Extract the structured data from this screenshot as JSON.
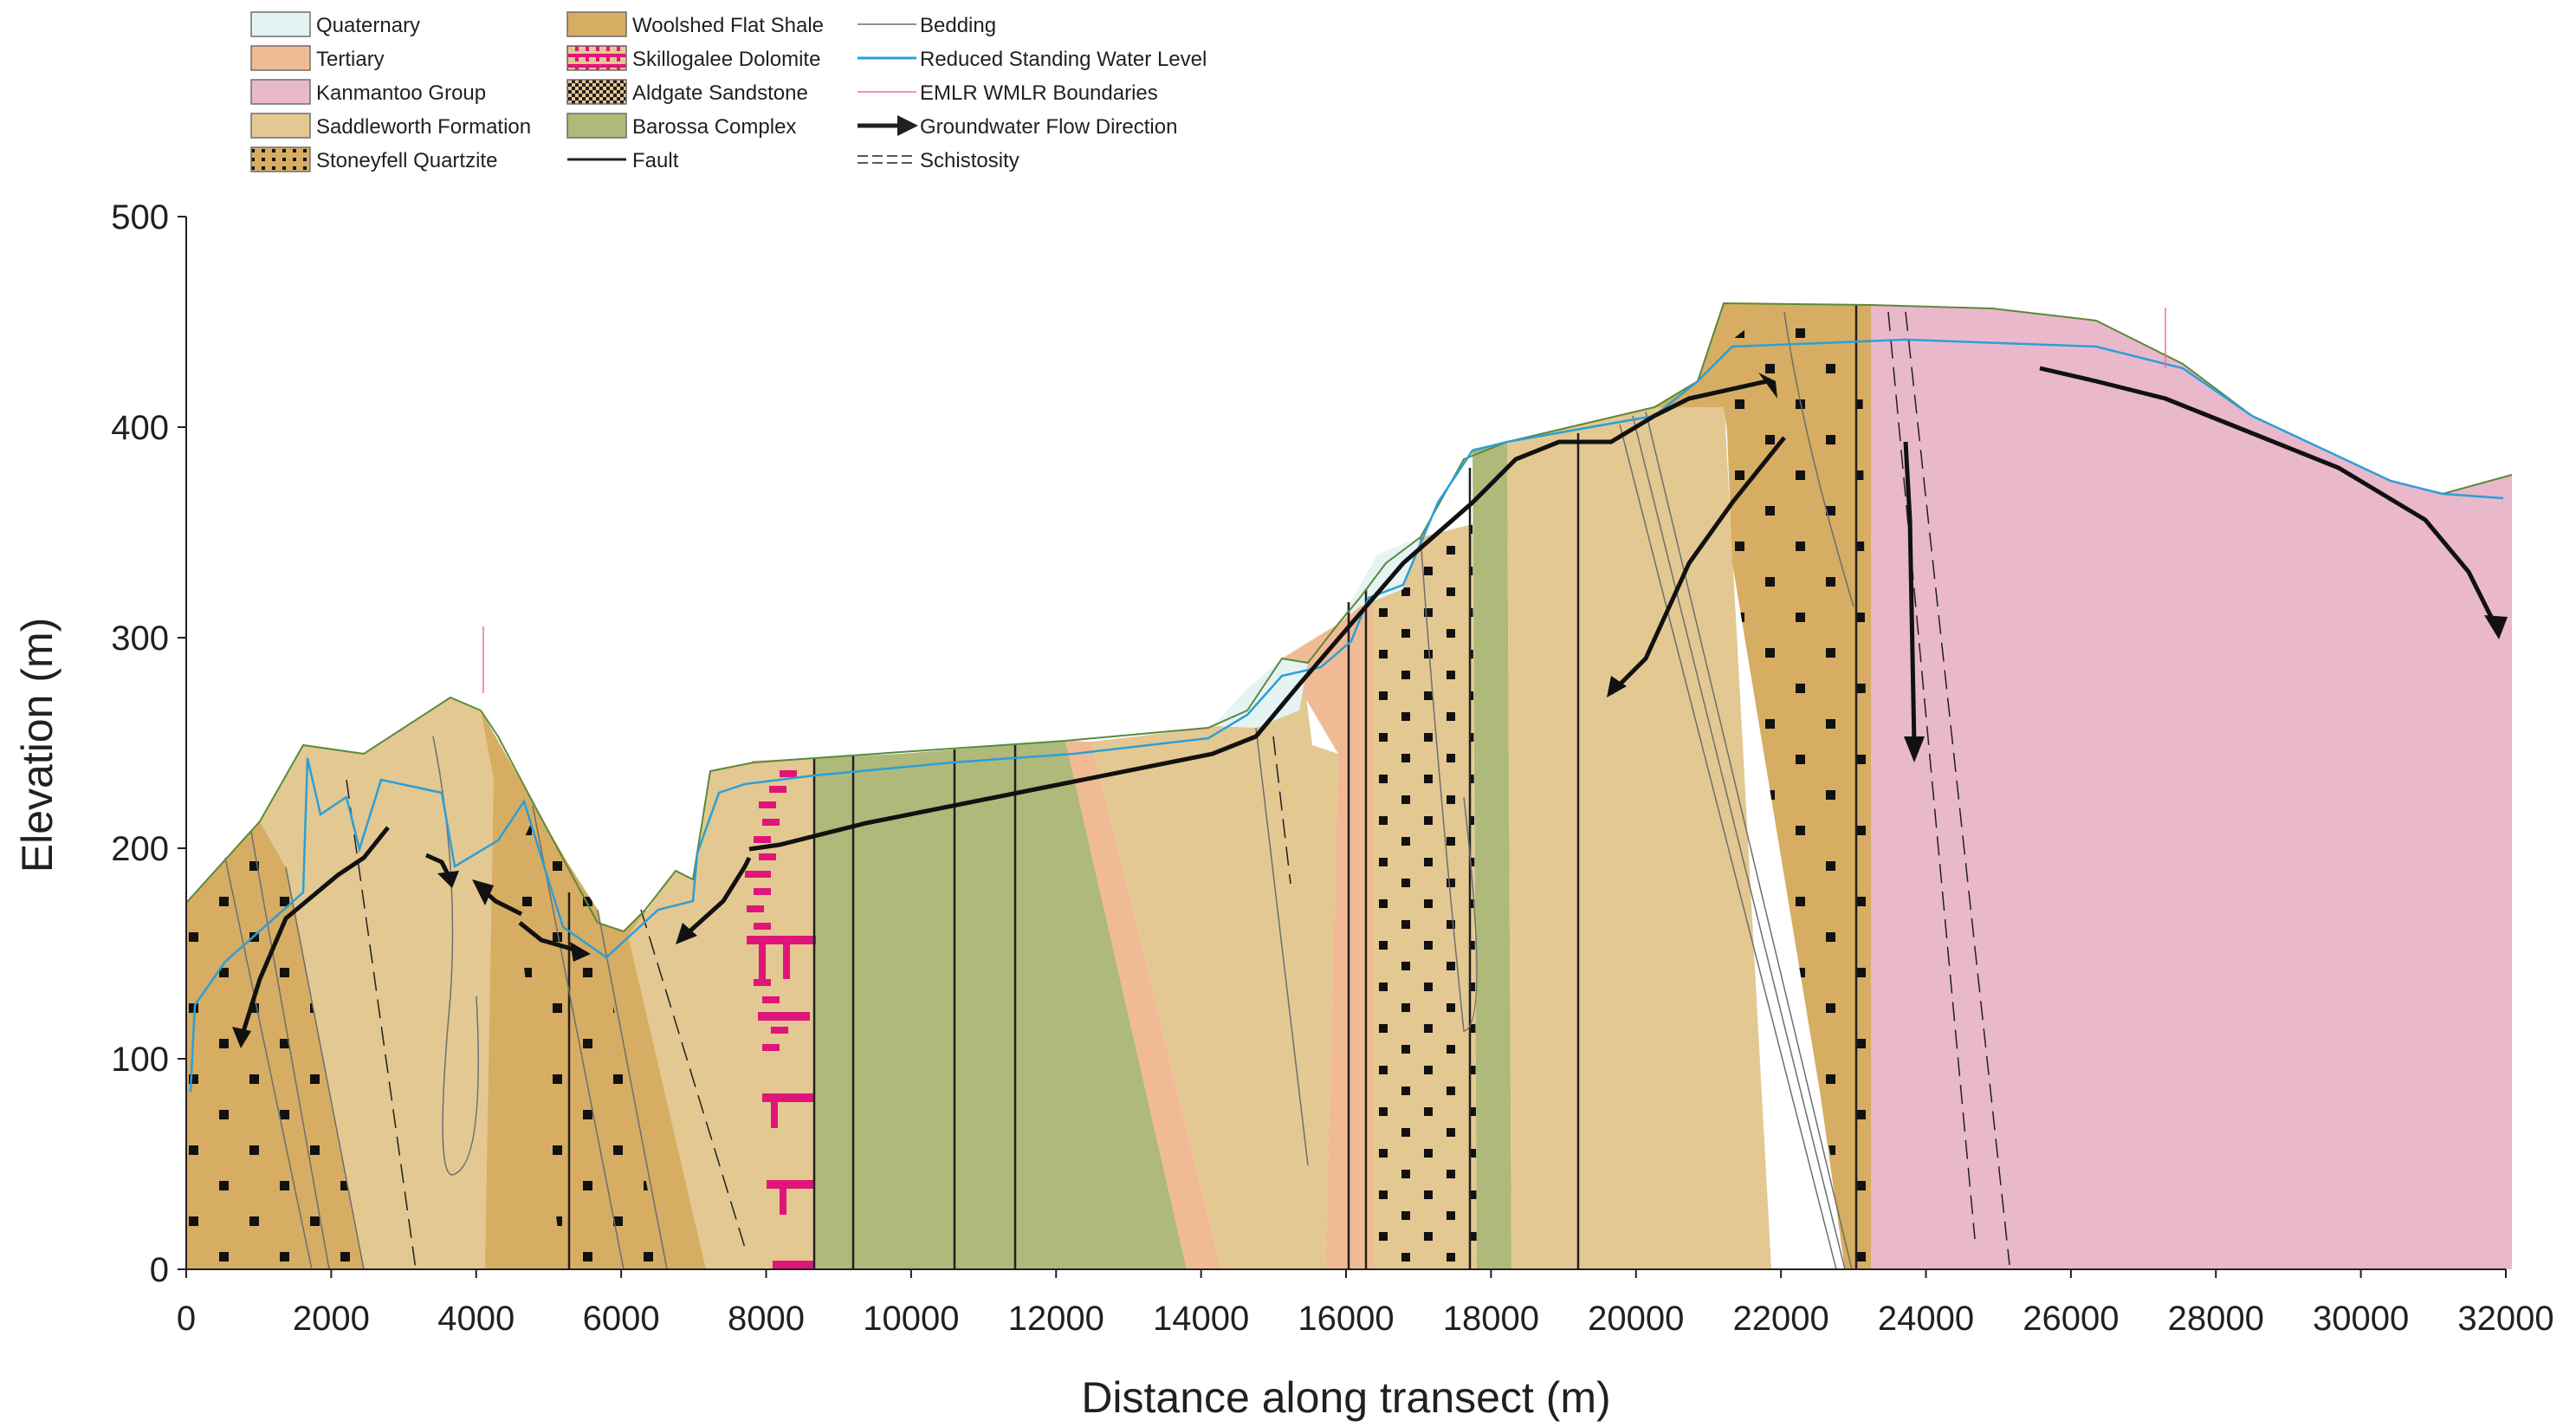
{
  "legend": {
    "col1": [
      {
        "label": "Quaternary",
        "color": "#e6f3f3",
        "pattern": "none"
      },
      {
        "label": "Tertiary",
        "color": "#f0bb94",
        "pattern": "none"
      },
      {
        "label": "Kanmantoo Group",
        "color": "#e9b8cb",
        "pattern": "none"
      },
      {
        "label": "Saddleworth Formation",
        "color": "#e3c892",
        "pattern": "none"
      },
      {
        "label": "Stoneyfell Quartzite",
        "color": "#d6ad62",
        "pattern": "dots"
      }
    ],
    "col2": [
      {
        "label": "Woolshed Flat Shale",
        "color": "#d6ad62",
        "pattern": "none"
      },
      {
        "label": "Skillogalee Dolomite",
        "color": "#e3c892",
        "pattern": "dolomite"
      },
      {
        "label": "Aldgate Sandstone",
        "color": "#e3c892",
        "pattern": "checker"
      },
      {
        "label": "Barossa Complex",
        "color": "#aeb97a",
        "pattern": "none"
      },
      {
        "label": "Fault",
        "color": "#231f20",
        "pattern": "line"
      }
    ],
    "col3": [
      {
        "label": "Bedding",
        "color": "#6d6e71",
        "pattern": "thin-line"
      },
      {
        "label": "Reduced Standing Water Level",
        "color": "#2b9fd8",
        "pattern": "line"
      },
      {
        "label": "EMLR WMLR Boundaries",
        "color": "#ee6f9d",
        "pattern": "thin-line"
      },
      {
        "label": "Groundwater Flow Direction",
        "color": "#231f20",
        "pattern": "arrow"
      },
      {
        "label": "Schistosity",
        "color": "#231f20",
        "pattern": "dashed"
      }
    ]
  },
  "axes": {
    "xlabel": "Distance along transect (m)",
    "ylabel": "Elevation (m)",
    "xlim": [
      0,
      32000
    ],
    "ylim": [
      0,
      500
    ],
    "xticks": [
      "0",
      "2000",
      "4000",
      "6000",
      "8000",
      "10000",
      "12000",
      "14000",
      "16000",
      "18000",
      "20000",
      "22000",
      "24000",
      "26000",
      "28000",
      "30000",
      "32000"
    ],
    "yticks": [
      "0",
      "100",
      "200",
      "300",
      "400",
      "500"
    ]
  },
  "colors": {
    "quaternary": "#e6f3f3",
    "tertiary": "#f0bb94",
    "kanmantoo": "#e9b8cb",
    "saddleworth": "#e3c892",
    "stoneyfell": "#d6ad62",
    "woolshed": "#d6ad62",
    "skillogalee_pattern": "#e0157a",
    "barossa": "#aeb97a",
    "water_level": "#2b9fd8",
    "boundary": "#ee6f9d",
    "fault": "#231f20",
    "surface_line": "#5a8a3a"
  }
}
